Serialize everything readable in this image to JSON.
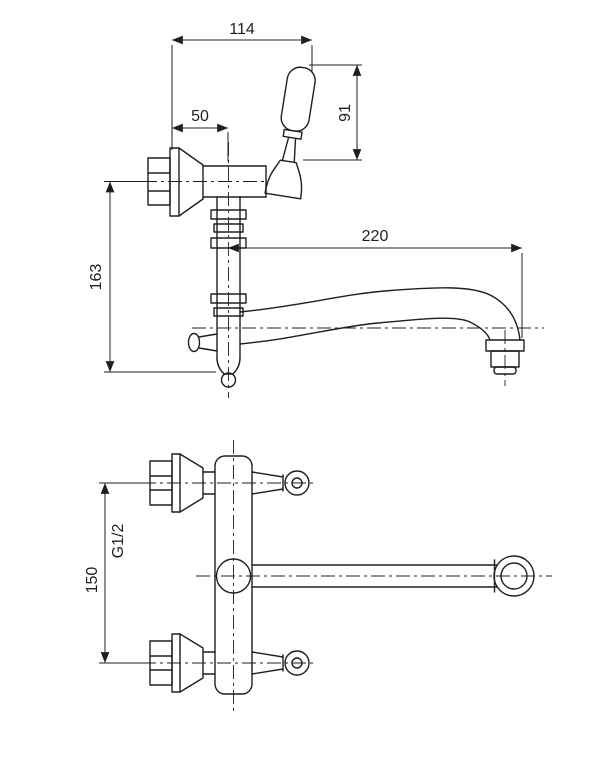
{
  "colors": {
    "background": "#ffffff",
    "line": "#1f1f1f"
  },
  "views": {
    "side": {
      "dims": {
        "width_to_handle": "114",
        "flange_to_spout_axis": "50",
        "handle_height": "91",
        "overall_drop": "163",
        "spout_reach": "220"
      }
    },
    "front": {
      "thread_label": "G1/2",
      "dims": {
        "inlet_spacing": "150"
      }
    }
  }
}
